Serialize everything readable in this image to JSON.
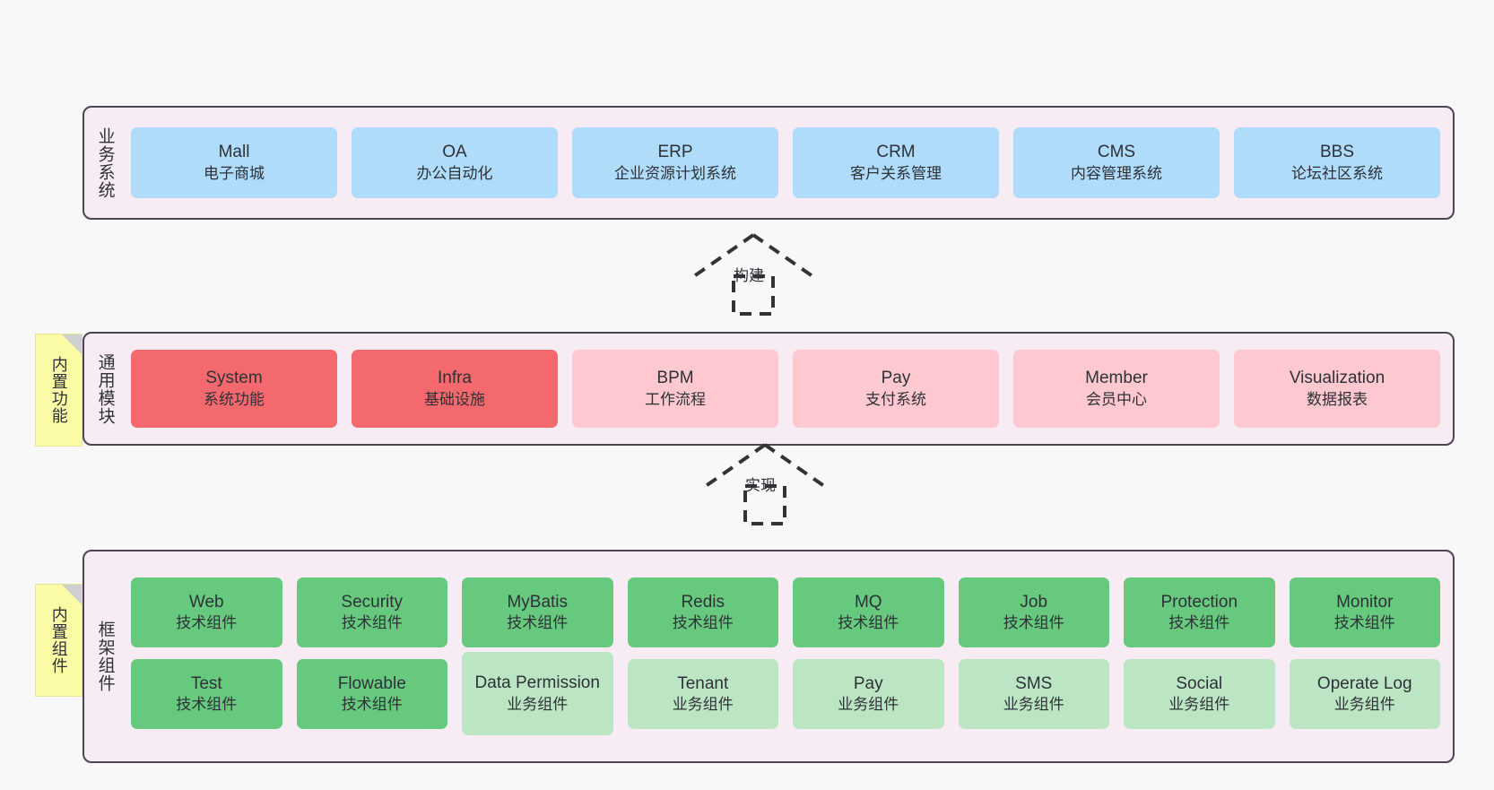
{
  "diagram": {
    "layers": [
      {
        "id": "business",
        "title": "业务系统",
        "rows": [
          {
            "style": "blue",
            "cards": [
              {
                "en": "Mall",
                "cn": "电子商城"
              },
              {
                "en": "OA",
                "cn": "办公自动化"
              },
              {
                "en": "ERP",
                "cn": "企业资源计划系统"
              },
              {
                "en": "CRM",
                "cn": "客户关系管理"
              },
              {
                "en": "CMS",
                "cn": "内容管理系统"
              },
              {
                "en": "BBS",
                "cn": "论坛社区系统"
              }
            ]
          }
        ]
      },
      {
        "id": "module",
        "title": "通用模块",
        "note": "内置功能",
        "rows": [
          {
            "style": "mixed",
            "cards": [
              {
                "en": "System",
                "cn": "系统功能",
                "style": "red"
              },
              {
                "en": "Infra",
                "cn": "基础设施",
                "style": "red"
              },
              {
                "en": "BPM",
                "cn": "工作流程",
                "style": "pink"
              },
              {
                "en": "Pay",
                "cn": "支付系统",
                "style": "pink"
              },
              {
                "en": "Member",
                "cn": "会员中心",
                "style": "pink"
              },
              {
                "en": "Visualization",
                "cn": "数据报表",
                "style": "pink"
              }
            ]
          }
        ]
      },
      {
        "id": "framework",
        "title": "框架组件",
        "note": "内置组件",
        "rows": [
          {
            "style": "green",
            "cards": [
              {
                "en": "Web",
                "cn": "技术组件",
                "style": "green"
              },
              {
                "en": "Security",
                "cn": "技术组件",
                "style": "green"
              },
              {
                "en": "MyBatis",
                "cn": "技术组件",
                "style": "green"
              },
              {
                "en": "Redis",
                "cn": "技术组件",
                "style": "green"
              },
              {
                "en": "MQ",
                "cn": "技术组件",
                "style": "green"
              },
              {
                "en": "Job",
                "cn": "技术组件",
                "style": "green"
              },
              {
                "en": "Protection",
                "cn": "技术组件",
                "style": "green"
              },
              {
                "en": "Monitor",
                "cn": "技术组件",
                "style": "green"
              }
            ]
          },
          {
            "style": "mixed",
            "cards": [
              {
                "en": "Test",
                "cn": "技术组件",
                "style": "green"
              },
              {
                "en": "Flowable",
                "cn": "技术组件",
                "style": "green"
              },
              {
                "en": "Data Permission",
                "cn": "业务组件",
                "style": "greenlight"
              },
              {
                "en": "Tenant",
                "cn": "业务组件",
                "style": "greenlight"
              },
              {
                "en": "Pay",
                "cn": "业务组件",
                "style": "greenlight"
              },
              {
                "en": "SMS",
                "cn": "业务组件",
                "style": "greenlight"
              },
              {
                "en": "Social",
                "cn": "业务组件",
                "style": "greenlight"
              },
              {
                "en": "Operate Log",
                "cn": "业务组件",
                "style": "greenlight"
              }
            ]
          }
        ]
      }
    ],
    "connectors": [
      {
        "id": "build",
        "label": "构建"
      },
      {
        "id": "impl",
        "label": "实现"
      }
    ],
    "colors": {
      "panel_bg": "#F7EBF4",
      "panel_border": "#4C4552",
      "blue": "#AFDCFA",
      "red": "#F4696E",
      "pink": "#FDC8CF",
      "green": "#67C97E",
      "green_light": "#BCE6C3",
      "note": "#FCFBA5",
      "canvas": "#F8F8F8"
    }
  }
}
